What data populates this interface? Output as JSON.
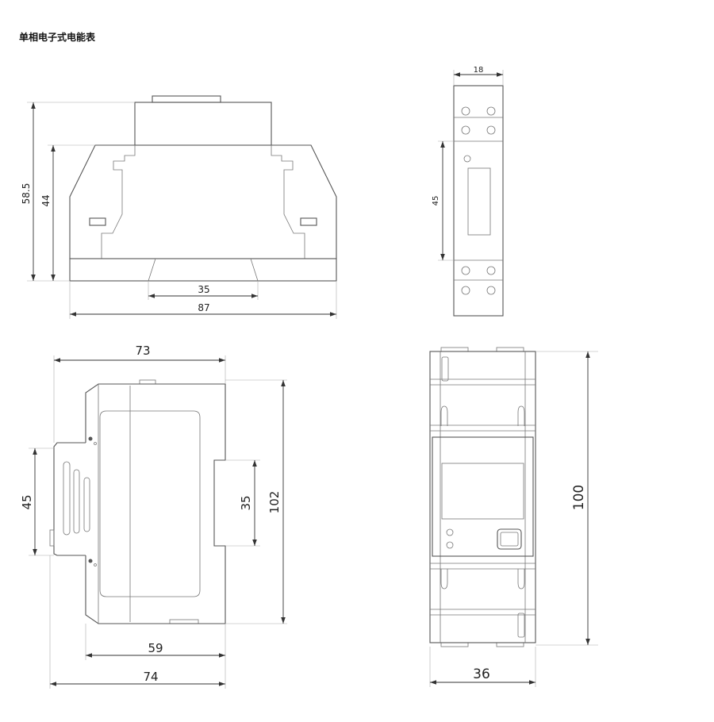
{
  "title": "单相电子式电能表",
  "front_view": {
    "height_total": "58.5",
    "height_body": "44",
    "rail_width": "35",
    "width": "87"
  },
  "top_view": {
    "width": "18",
    "height": "45"
  },
  "side_view": {
    "depth_top": "73",
    "rail_height": "45",
    "inner_height": "35",
    "height": "102",
    "depth_mid": "59",
    "depth_bottom": "74"
  },
  "face_view": {
    "height": "100",
    "width": "36"
  }
}
